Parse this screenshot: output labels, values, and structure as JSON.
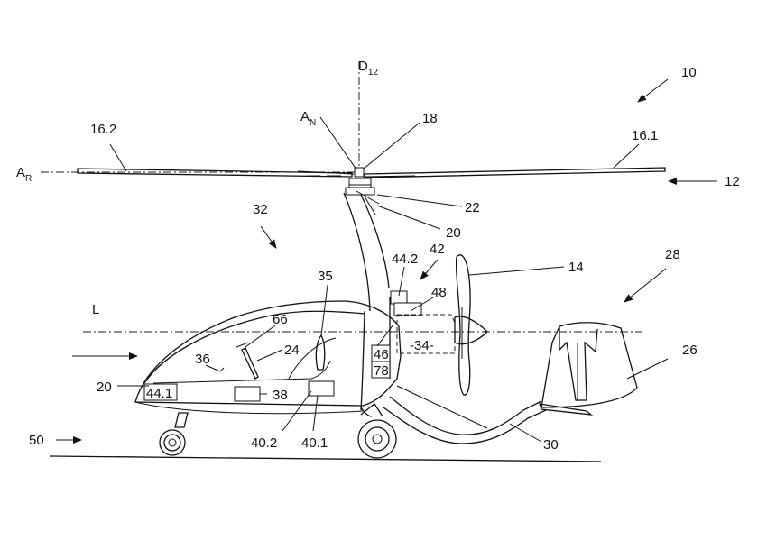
{
  "labels": {
    "d12_main": "D",
    "d12_sub": "12",
    "an_main": "A",
    "an_sub": "N",
    "ar_main": "A",
    "ar_sub": "R",
    "n10": "10",
    "n12": "12",
    "n14": "14",
    "n16_1": "16.1",
    "n16_2": "16.2",
    "n18": "18",
    "n20_mast": "20",
    "n20_nose": "20",
    "n22": "22",
    "n24": "24",
    "n26": "26",
    "n28": "28",
    "n30": "30",
    "n32": "32",
    "n34": "-34-",
    "n35": "35",
    "n36": "36",
    "n38": "38",
    "n40_1": "40.1",
    "n40_2": "40.2",
    "n42": "42",
    "n44_1": "44.1",
    "n44_2": "44.2",
    "n46": "46",
    "n48": "48",
    "n50": "50",
    "n66": "66",
    "n78": "78",
    "L": "L"
  }
}
